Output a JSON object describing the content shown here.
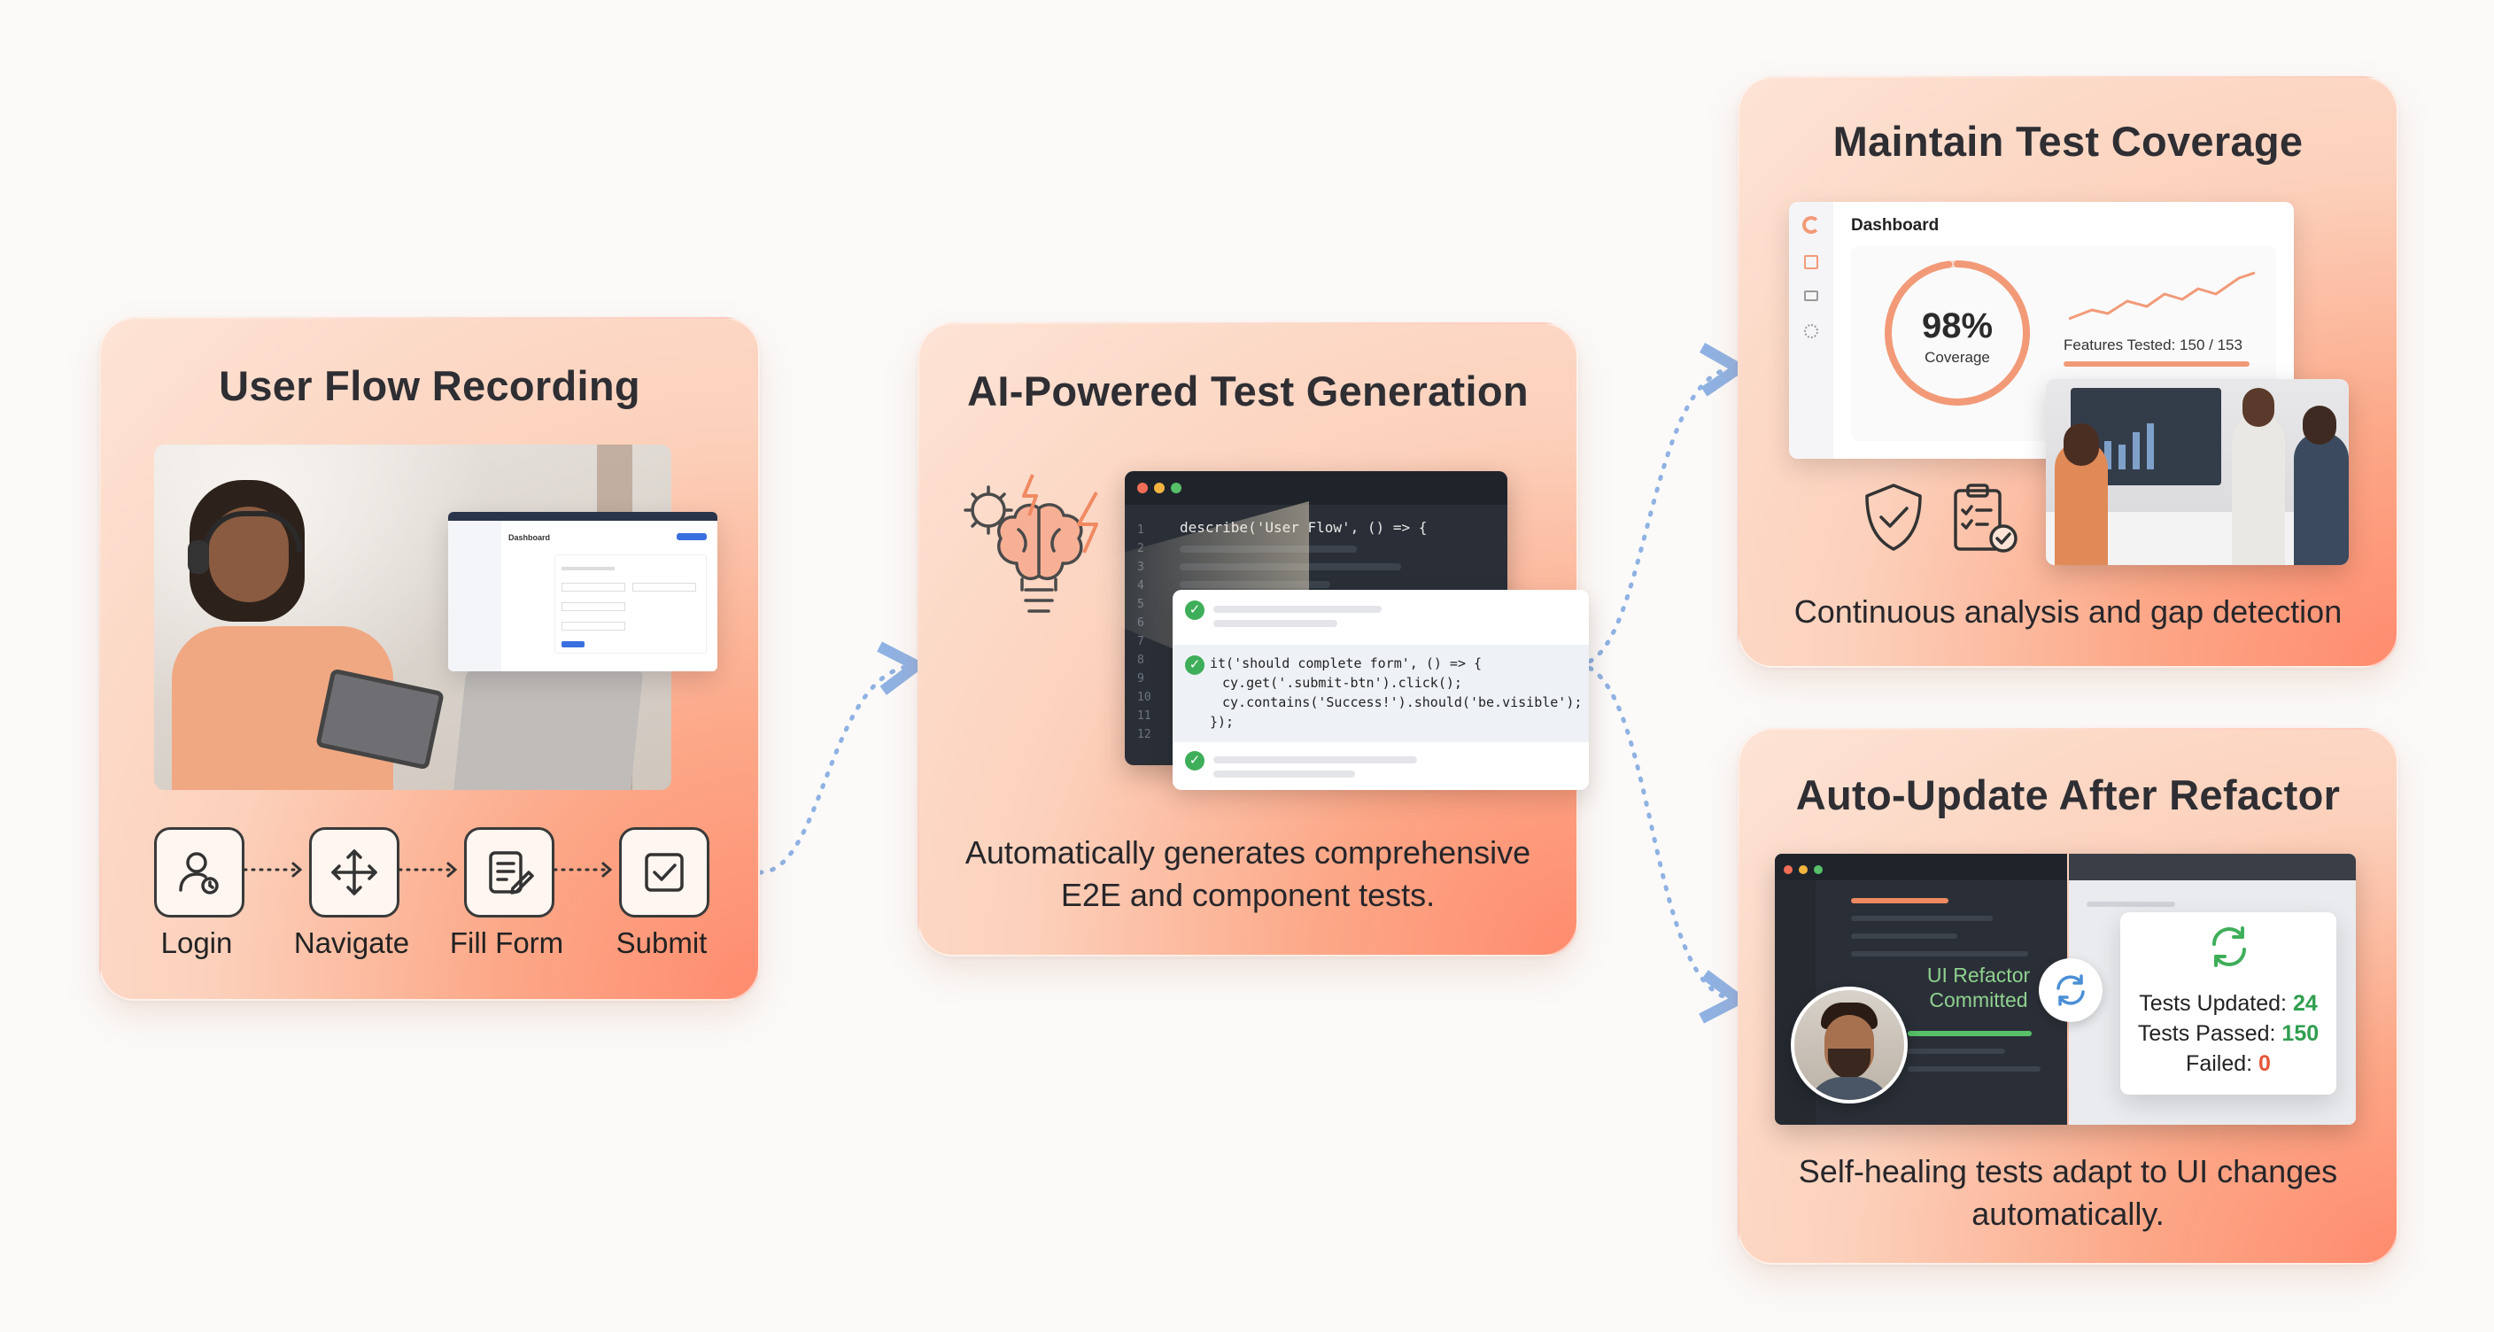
{
  "recording": {
    "title": "User Flow Recording",
    "screenshot_title": "Dashboard",
    "steps": [
      {
        "label": "Login",
        "icon": "user-login-icon"
      },
      {
        "label": "Navigate",
        "icon": "move-arrows-icon"
      },
      {
        "label": "Fill Form",
        "icon": "form-edit-icon"
      },
      {
        "label": "Submit",
        "icon": "checkbox-submit-icon"
      }
    ]
  },
  "generation": {
    "title": "AI-Powered Test Generation",
    "code_describe": "describe('User Flow', () => {",
    "code_it": "it('should complete form', () => {",
    "code_get": "cy.get('.submit-btn').click();",
    "code_contains": "cy.contains('Success!').should('be.visible');",
    "code_close": "});",
    "line_numbers": [
      "1",
      "2",
      "3",
      "4",
      "5",
      "6",
      "7",
      "8",
      "9",
      "10",
      "11",
      "12"
    ],
    "caption_line1": "Automatically generates comprehensive",
    "caption_line2": "E2E and component tests."
  },
  "coverage": {
    "title": "Maintain Test Coverage",
    "dashboard_label": "Dashboard",
    "percent": "98%",
    "percent_value": 0.98,
    "percent_label": "Coverage",
    "features_tested": "Features Tested: 150 / 153",
    "caption": "Continuous analysis and gap detection"
  },
  "autoupdate": {
    "title": "Auto-Update After Refactor",
    "refactor_line1": "UI Refactor",
    "refactor_line2": "Committed",
    "tests_updated_label": "Tests Updated: ",
    "tests_updated": "24",
    "tests_passed_label": "Tests Passed: ",
    "tests_passed": "150",
    "failed_label": "Failed: ",
    "failed": "0",
    "caption_line1": "Self-healing tests adapt to UI changes",
    "caption_line2": "automatically."
  },
  "colors": {
    "accent_orange": "#f29a78",
    "connector_blue": "#8fb2e3",
    "pass_green": "#2f9e4f",
    "fail_red": "#e4573a"
  }
}
